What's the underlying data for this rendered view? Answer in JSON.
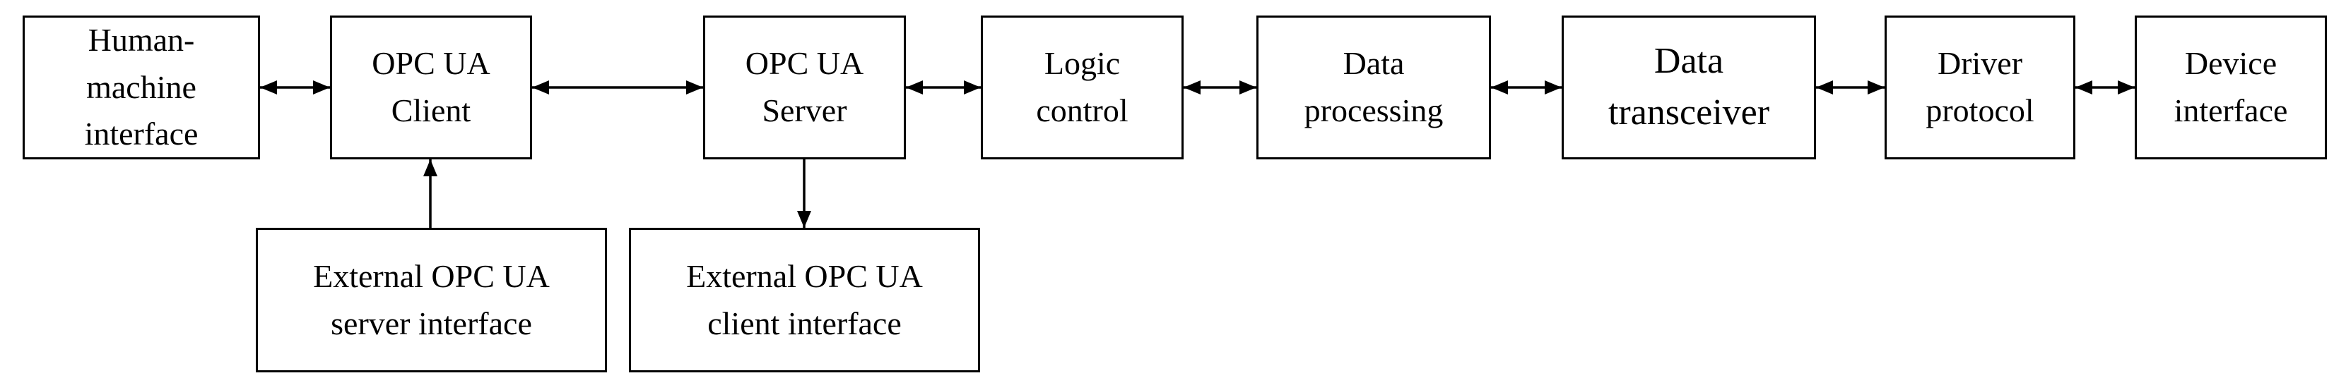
{
  "diagram": {
    "colors": {
      "background": "#ffffff",
      "stroke": "#000000",
      "text": "#000000"
    },
    "nodes": [
      {
        "id": "human-machine-interface",
        "label": "Human-\nmachine\ninterface"
      },
      {
        "id": "opc-ua-client",
        "label": "OPC UA\nClient"
      },
      {
        "id": "opc-ua-server",
        "label": "OPC UA\nServer"
      },
      {
        "id": "logic-control",
        "label": "Logic\ncontrol"
      },
      {
        "id": "data-processing",
        "label": "Data\nprocessing"
      },
      {
        "id": "data-transceiver",
        "label": "Data\ntransceiver"
      },
      {
        "id": "driver-protocol",
        "label": "Driver\nprotocol"
      },
      {
        "id": "device-interface",
        "label": "Device\ninterface"
      },
      {
        "id": "external-opc-ua-server-interface",
        "label": "External OPC UA\nserver interface"
      },
      {
        "id": "external-opc-ua-client-interface",
        "label": "External OPC UA\nclient interface"
      }
    ],
    "connections": [
      {
        "from": "human-machine-interface",
        "to": "opc-ua-client",
        "type": "bidirectional"
      },
      {
        "from": "opc-ua-client",
        "to": "opc-ua-server",
        "type": "bidirectional"
      },
      {
        "from": "opc-ua-server",
        "to": "logic-control",
        "type": "bidirectional"
      },
      {
        "from": "logic-control",
        "to": "data-processing",
        "type": "bidirectional"
      },
      {
        "from": "data-processing",
        "to": "data-transceiver",
        "type": "bidirectional"
      },
      {
        "from": "data-transceiver",
        "to": "driver-protocol",
        "type": "bidirectional"
      },
      {
        "from": "driver-protocol",
        "to": "device-interface",
        "type": "bidirectional"
      },
      {
        "from": "external-opc-ua-server-interface",
        "to": "opc-ua-client",
        "type": "directed"
      },
      {
        "from": "opc-ua-server",
        "to": "external-opc-ua-client-interface",
        "type": "directed"
      }
    ]
  }
}
